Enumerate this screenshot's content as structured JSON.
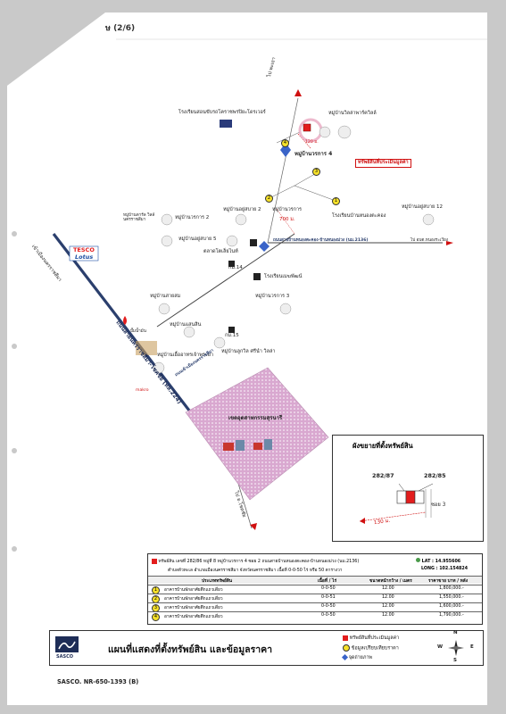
{
  "header": {
    "page_indicator": "ษ (2/6)"
  },
  "map": {
    "north_road_label": "ไป พะเยา",
    "school_top": "โรงเรียนสอนขับรถโคราชพรปิยะโดรเวอร์",
    "village_villa": "หมู่บ้านวิลล่าพาร์ควิลล์",
    "village_4": "หมู่บ้านวรการ 4",
    "distance_120": "120 ม.",
    "assessed_callout": "ทรัพย์สินที่ประเมินมูลค่า",
    "village_vorakarn": "หมู่บ้านวรการ",
    "distance_700": "700 ม.",
    "school_nongtakong": "โรงเรียนบ้านหนองตะคอง",
    "village_aursabai12": "หมู่บ้านอยู่สบาย 12",
    "road_main": "ถนนสายบ้านหนองตะคอง-บ้านหนองม่วง (นม.2136)",
    "road_right": "ไป อบต.หนองระเวียง",
    "village_aursabai2": "หมู่บ้านอยู่สบาย 2",
    "village_daranwilla": "หมู่บ้านดารัล วิลล์ นครราชสีมา",
    "village_vorakarn2": "หมู่บ้านวรการ 2",
    "village_aursabai5": "หมู่บ้านอยู่สบาย 5",
    "market": "ตลาดโตเล็ยไนท์",
    "km14": "กม.14",
    "tesco": "TESCO",
    "lotus": "Lotus",
    "to_city": "เข้าเมืองนครราชสีมา",
    "school_nongrawiang": "โรงเรียนเมฆพัฒน์",
    "village_vorakarn3": "หมู่บ้านวรการ 3",
    "village_sansom": "หมู่บ้านสายสม",
    "village_sansin": "หมู่บ้านแสนสิน",
    "village_amata": "หมู่บ้านเอื้ออาทรเจ้าพระยา",
    "ptt": "ปั๊มน้ำมัน",
    "km15": "กม.15",
    "village_sri": "หมู่บ้านลูกวิล ศรีนำ วิลล่า",
    "road_big": "ถนนสายนครราชสีมา-โชคชัย (ทล.224)",
    "road_access": "ถนนเข้าเมืองนครราชสีมา",
    "makro": "makro",
    "industrial": "เขตอุตสาหกรรมสุรนารี",
    "road_south": "ไป อ.โชคชัย"
  },
  "inset": {
    "title": "ผังขยายที่ตั้งทรัพย์สิน",
    "plot_a": "282/87",
    "plot_b": "282/85",
    "soi": "ซอย 3",
    "distance": "130 ม."
  },
  "legend_table": {
    "asset_prefix": "ทรัพย์สิน",
    "asset_desc": "เลขที่ 282/86 หมู่ที่ 8 หมู่บ้านวรการ 4 ซอย 2 ถนนสายบ้านหนองตะคอง-บ้านหนองม่วง (นม.2136)",
    "asset_loc": "ตำบลหัวทะเล อำเภอเมืองนครราชสีมา จังหวัดนครราชสีมา เนื้อที่ 0-0-50 ไร่ หรือ 50 ตารางวา",
    "lat_label": "LAT :",
    "lat_value": "14.955606",
    "long_label": "LONG :",
    "long_value": "102.154824",
    "headers": [
      "ประเภททรัพย์สิน",
      "เนื้อที่ / ไร่",
      "ขนาดหน้ากว้าง / เมตร",
      "ราคาขาย บาท / หลัง"
    ],
    "rows": [
      {
        "num": "1",
        "type": "อาคารบ้านพักอาศัยตึกแถวเดี่ยว",
        "area": "0-0-50",
        "width": "12.00",
        "price": "1,800,000.-"
      },
      {
        "num": "2",
        "type": "อาคารบ้านพักอาศัยตึกแถวเดี่ยว",
        "area": "0-0-51",
        "width": "12.00",
        "price": "1,550,000.-"
      },
      {
        "num": "3",
        "type": "อาคารบ้านพักอาศัยตึกแถวเดี่ยว",
        "area": "0-0-50",
        "width": "12.00",
        "price": "1,600,000.-"
      },
      {
        "num": "4",
        "type": "อาคารบ้านพักอาศัยตึกแถวเดี่ยว",
        "area": "0-0-50",
        "width": "12.00",
        "price": "1,790,000.-"
      }
    ]
  },
  "footer": {
    "title": "แผนที่แสดงที่ตั้งทรัพย์สิน และข้อมูลราคา",
    "logo_text": "SASCO",
    "legend_asset": "ทรัพย์สินที่ประเมินมูลค่า",
    "legend_compare": "ข้อมูลเปรียบเทียบราคา",
    "legend_photo": "จุดถ่ายภาพ",
    "compass_n": "N",
    "compass_s": "S",
    "compass_e": "E",
    "compass_w": "W"
  },
  "doc_number": "SASCO. NR-650-1393 (B)",
  "colors": {
    "paper": "#ffffff",
    "background": "#c9c9c9",
    "asset_red": "#e31d1d",
    "compare_yellow": "#f6e12a",
    "photo_blue": "#3a64c8",
    "industrial_pink": "#d9a8d0",
    "road_dark": "#2b3f6d"
  }
}
